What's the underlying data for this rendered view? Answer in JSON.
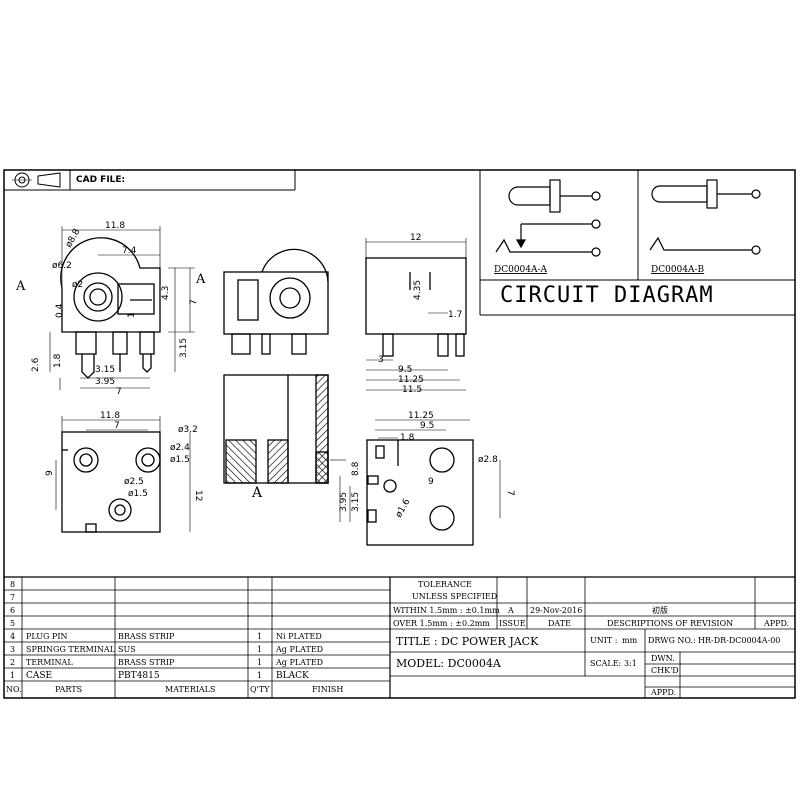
{
  "header": {
    "cad_label": "CAD FILE:"
  },
  "circuit": {
    "title": "CIRCUIT DIAGRAM",
    "variant_a": "DC0004A-A",
    "variant_b": "DC0004A-B"
  },
  "dimensions": {
    "front": [
      "11.8",
      "7.4",
      "ø8.8",
      "ø6.2",
      "ø2",
      "4.3",
      "7",
      "0.4",
      "1",
      "3.15",
      "2.6",
      "1.8",
      "3.15",
      "3.95",
      "7"
    ],
    "side": [
      "12",
      "4.35",
      "1.7",
      "3",
      "9.5",
      "11.25",
      "11.5"
    ],
    "bottom": [
      "11.8",
      "7",
      "ø3.2",
      "ø2.4",
      "ø1.5",
      "9",
      "ø2.5",
      "ø1.5",
      "12"
    ],
    "pcb": [
      "11.25",
      "9.5",
      "1.8",
      "ø2.8",
      "8.8",
      "9",
      "7",
      "3.95",
      "3.15",
      "ø1.6"
    ],
    "section_label": "A",
    "marker_a_left": "A",
    "marker_a_right": "A"
  },
  "tolerance": {
    "title": "TOLERANCE",
    "subtitle": "UNLESS SPECIFIED",
    "row1": "WITHIN 1.5mm : ±0.1mm",
    "row2": "OVER 1.5mm : ±0.2mm",
    "issue_val": "A",
    "issue_label": "ISSUE",
    "date_val": "29-Nov-2016",
    "date_label": "DATE",
    "desc_val": "初版",
    "desc_label": "DESCRIPTIONS OF REVISION",
    "appd_label": "APPD."
  },
  "title_block": {
    "title": "TITLE :  DC POWER JACK",
    "model": "MODEL:   DC0004A",
    "unit_label": "UNIT :",
    "unit_val": "mm",
    "scale_label": "SCALE:",
    "scale_val": "3:1",
    "dwg_label": "DRWG NO.:",
    "dwg_val": "HR-DR-DC0004A-00",
    "dwn": "DWN.",
    "chkd": "CHK'D",
    "appd": "APPD."
  },
  "bom": {
    "row_numbers": [
      "8",
      "7",
      "6",
      "5"
    ],
    "rows": [
      {
        "no": "4",
        "part": "PLUG PIN",
        "material": "BRASS STRIP",
        "qty": "1",
        "finish": "Ni PLATED"
      },
      {
        "no": "3",
        "part": "SPRINGG TERMINAL",
        "material": "SUS",
        "qty": "1",
        "finish": "Ag PLATED"
      },
      {
        "no": "2",
        "part": "TERMINAL",
        "material": "BRASS STRIP",
        "qty": "1",
        "finish": "Ag PLATED"
      },
      {
        "no": "1",
        "part": "CASE",
        "material": "PBT4815",
        "qty": "1",
        "finish": "BLACK"
      }
    ],
    "headers": {
      "no": "NO.",
      "part": "PARTS",
      "material": "MATERIALS",
      "qty": "Q'TY",
      "finish": "FINISH"
    }
  }
}
